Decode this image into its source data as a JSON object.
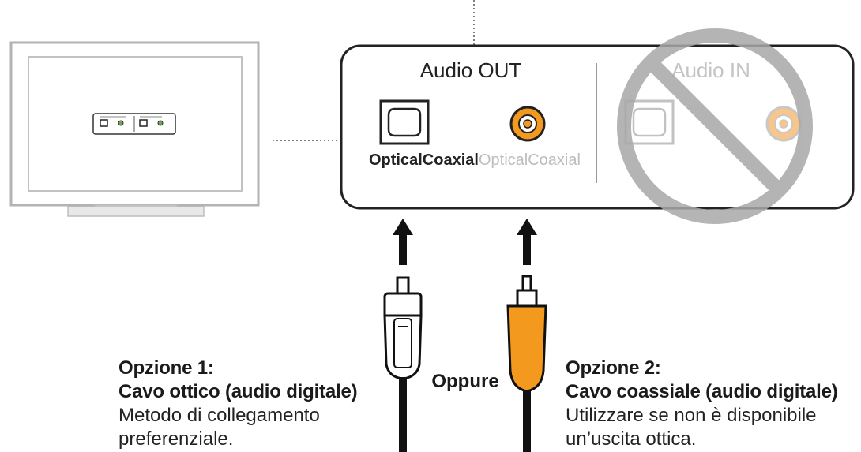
{
  "tv_panel": {
    "audio_out_label": "Audio OUT",
    "audio_in_label": "Audio IN",
    "port_labels": {
      "out_optical": "Optical",
      "out_coaxial": "Coaxial",
      "in_optical": "Optical",
      "in_coaxial": "Coaxial"
    }
  },
  "connector_word": "Oppure",
  "option1": {
    "title_line1": "Opzione 1:",
    "title_line2": "Cavo ottico (audio digitale)",
    "desc_line1": "Metodo di collegamento",
    "desc_line2": "preferenziale."
  },
  "option2": {
    "title_line1": "Opzione 2:",
    "title_line2": "Cavo coassiale (audio digitale)",
    "desc_line1": "Utilizzare se non è disponibile",
    "desc_line2": "un’uscita ottica."
  },
  "colors": {
    "coaxial_orange": "#f39a1e",
    "prohibited_gray": "#a8a8a8",
    "outline_dark": "#222222"
  }
}
